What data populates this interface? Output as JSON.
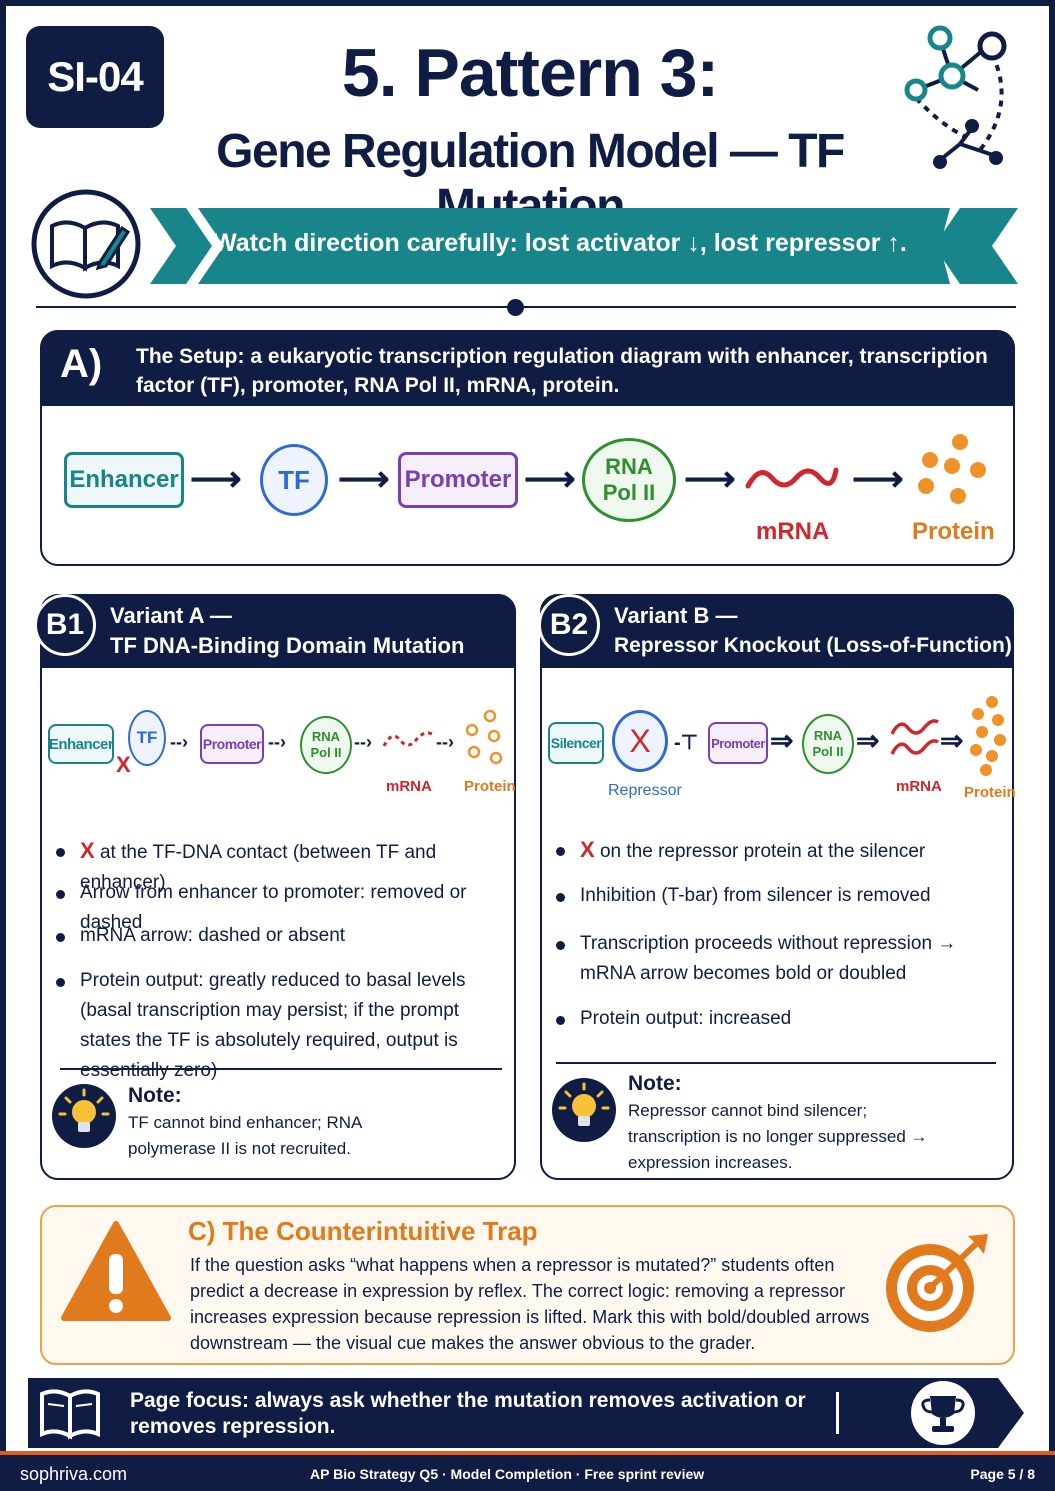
{
  "header": {
    "badge": "SI-04",
    "title": "5. Pattern 3:",
    "subtitle": "Gene Regulation Model — TF Mutation",
    "banner": "Watch direction carefully: lost activator ↓, lost repressor ↑."
  },
  "colors": {
    "navy": "#0f1d45",
    "teal": "#17858a",
    "blue": "#2d6ad6",
    "purple": "#7a3fb5",
    "green": "#2f8f2f",
    "red": "#d1262b",
    "orange": "#e07a1c"
  },
  "section_a": {
    "letter": "A)",
    "text": "The Setup: a eukaryotic transcription regulation diagram with enhancer, transcription factor (TF), promoter, RNA Pol II, mRNA, protein.",
    "nodes": {
      "enhancer": "Enhancer",
      "tf": "TF",
      "promoter": "Promoter",
      "rna_pol": "RNA Pol II",
      "mrna": "mRNA",
      "protein": "Protein"
    }
  },
  "section_b1": {
    "badge": "B1",
    "title_line1": "Variant A —",
    "title_line2": "TF DNA-Binding Domain Mutation",
    "diagram": {
      "enhancer": "Enhancer",
      "tf": "TF",
      "promoter": "Promoter",
      "rna_pol": "RNA Pol II",
      "mrna": "mRNA",
      "protein": "Protein"
    },
    "bullets": [
      {
        "mark": "X",
        "text": "at the TF-DNA contact (between TF and enhancer)"
      },
      {
        "text": "Arrow from enhancer to promoter: removed or dashed"
      },
      {
        "text": "mRNA arrow: dashed or absent"
      },
      {
        "text": "Protein output: greatly reduced to basal levels (basal transcription may persist; if the prompt states the TF is absolutely required, output is essentially zero)"
      }
    ],
    "note_title": "Note:",
    "note_text": "TF cannot bind enhancer; RNA polymerase II is not recruited."
  },
  "section_b2": {
    "badge": "B2",
    "title_line1": "Variant B —",
    "title_line2": "Repressor Knockout (Loss-of-Function)",
    "diagram": {
      "silencer": "Silencer",
      "repressor": "Repressor",
      "promoter": "Promoter",
      "rna_pol": "RNA Pol II",
      "mrna": "mRNA",
      "protein": "Protein"
    },
    "bullets": [
      {
        "mark": "X",
        "text": "on the repressor protein at the silencer"
      },
      {
        "text": "Inhibition (T-bar) from silencer is removed"
      },
      {
        "text": "Transcription proceeds without repression → mRNA arrow becomes bold or doubled"
      },
      {
        "text": "Protein output: increased"
      }
    ],
    "note_title": "Note:",
    "note_text": "Repressor cannot bind silencer; transcription is no longer suppressed → expression increases."
  },
  "section_c": {
    "title": "C)  The Counterintuitive Trap",
    "body": "If the question asks “what happens when a repressor is mutated?” students often predict a decrease in expression by reflex. The correct logic: removing a repressor increases expression because repression is lifted. Mark this with bold/doubled arrows downstream — the visual cue makes the answer obvious to the grader."
  },
  "focus": {
    "text": "Page focus: always ask whether the mutation removes activation or removes repression."
  },
  "footer": {
    "site": "sophriva.com",
    "course": "AP Bio Strategy Q5 · Model Completion  ·  Free sprint review",
    "page": "Page 5 / 8"
  }
}
